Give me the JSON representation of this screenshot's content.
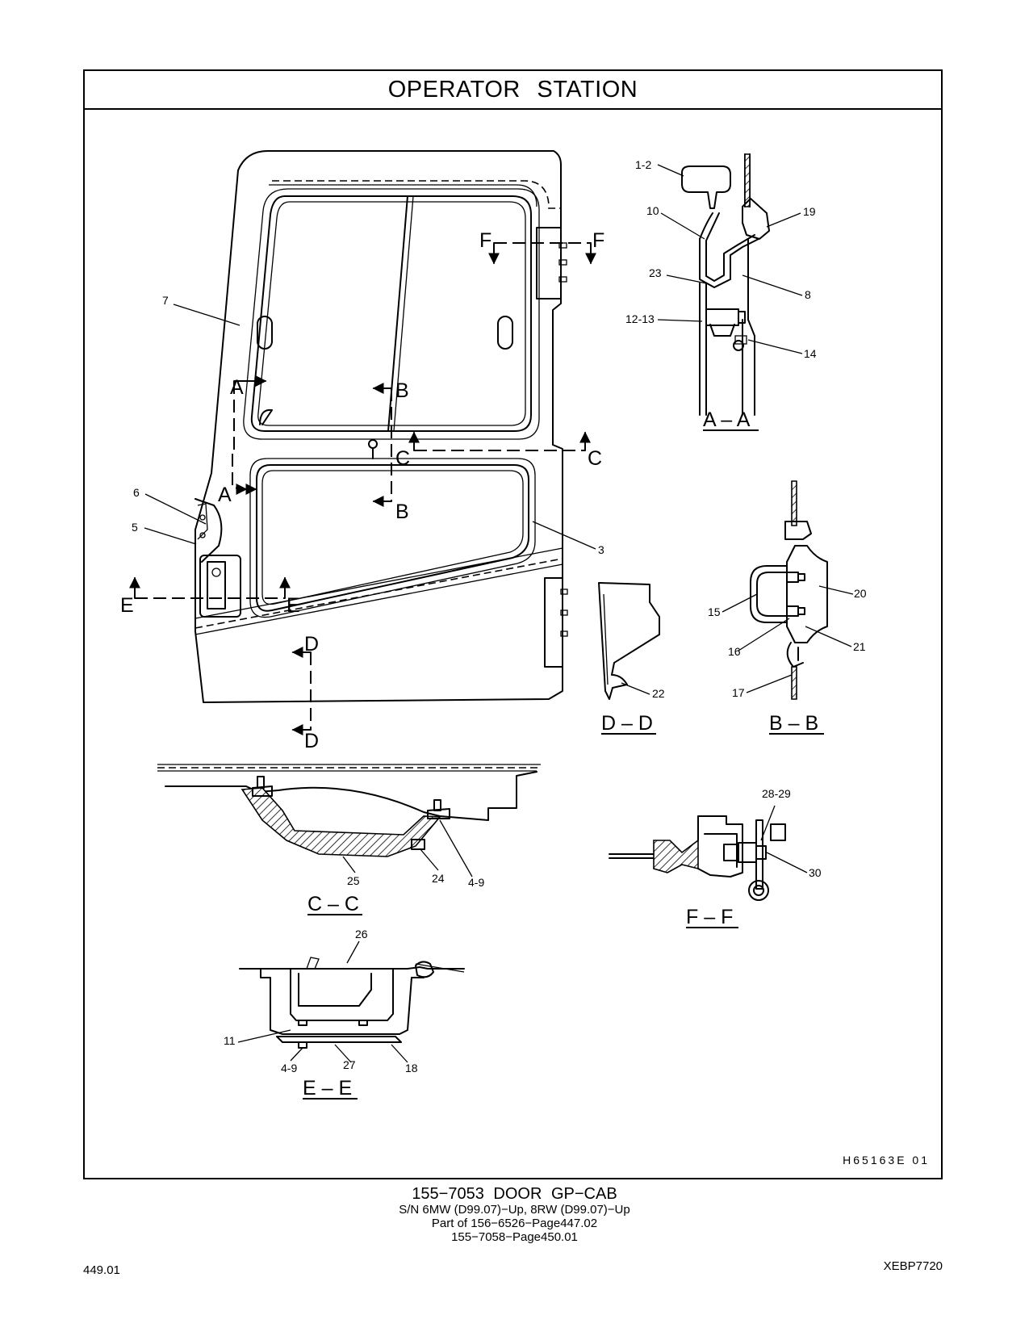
{
  "header": {
    "title": "OPERATOR   STATION"
  },
  "drawing": {
    "code": "H65163E     01",
    "callouts": {
      "c1": "1-2",
      "c10": "10",
      "c19": "19",
      "c23": "23",
      "c8": "8",
      "c12": "12-13",
      "c14": "14",
      "c7": "7",
      "c6": "6",
      "c5": "5",
      "c3": "3",
      "c20": "20",
      "c15": "15",
      "c16": "16",
      "c21": "21",
      "c17": "17",
      "c22": "22",
      "c25": "25",
      "c24": "24",
      "c49a": "4-9",
      "c28": "28-29",
      "c30": "30",
      "c26": "26",
      "c11": "11",
      "c49b": "4-9",
      "c27": "27",
      "c18": "18"
    },
    "letters": {
      "a": "A",
      "b": "B",
      "c": "C",
      "d": "D",
      "e": "E",
      "f": "F"
    },
    "sections": {
      "aa": "A – A",
      "bb": "B – B",
      "cc": "C – C",
      "dd": "D – D",
      "ee": "E – E",
      "ff": "F – F"
    }
  },
  "caption": {
    "title": "155−7053   DOOR GP−CAB",
    "lines": [
      "S/N 6MW (D99.07)−Up, 8RW (D99.07)−Up",
      "Part of 156−6526−Page447.02",
      "155−7058−Page450.01"
    ]
  },
  "footer": {
    "page_number": "449.01",
    "doc_code": "XEBP7720"
  }
}
